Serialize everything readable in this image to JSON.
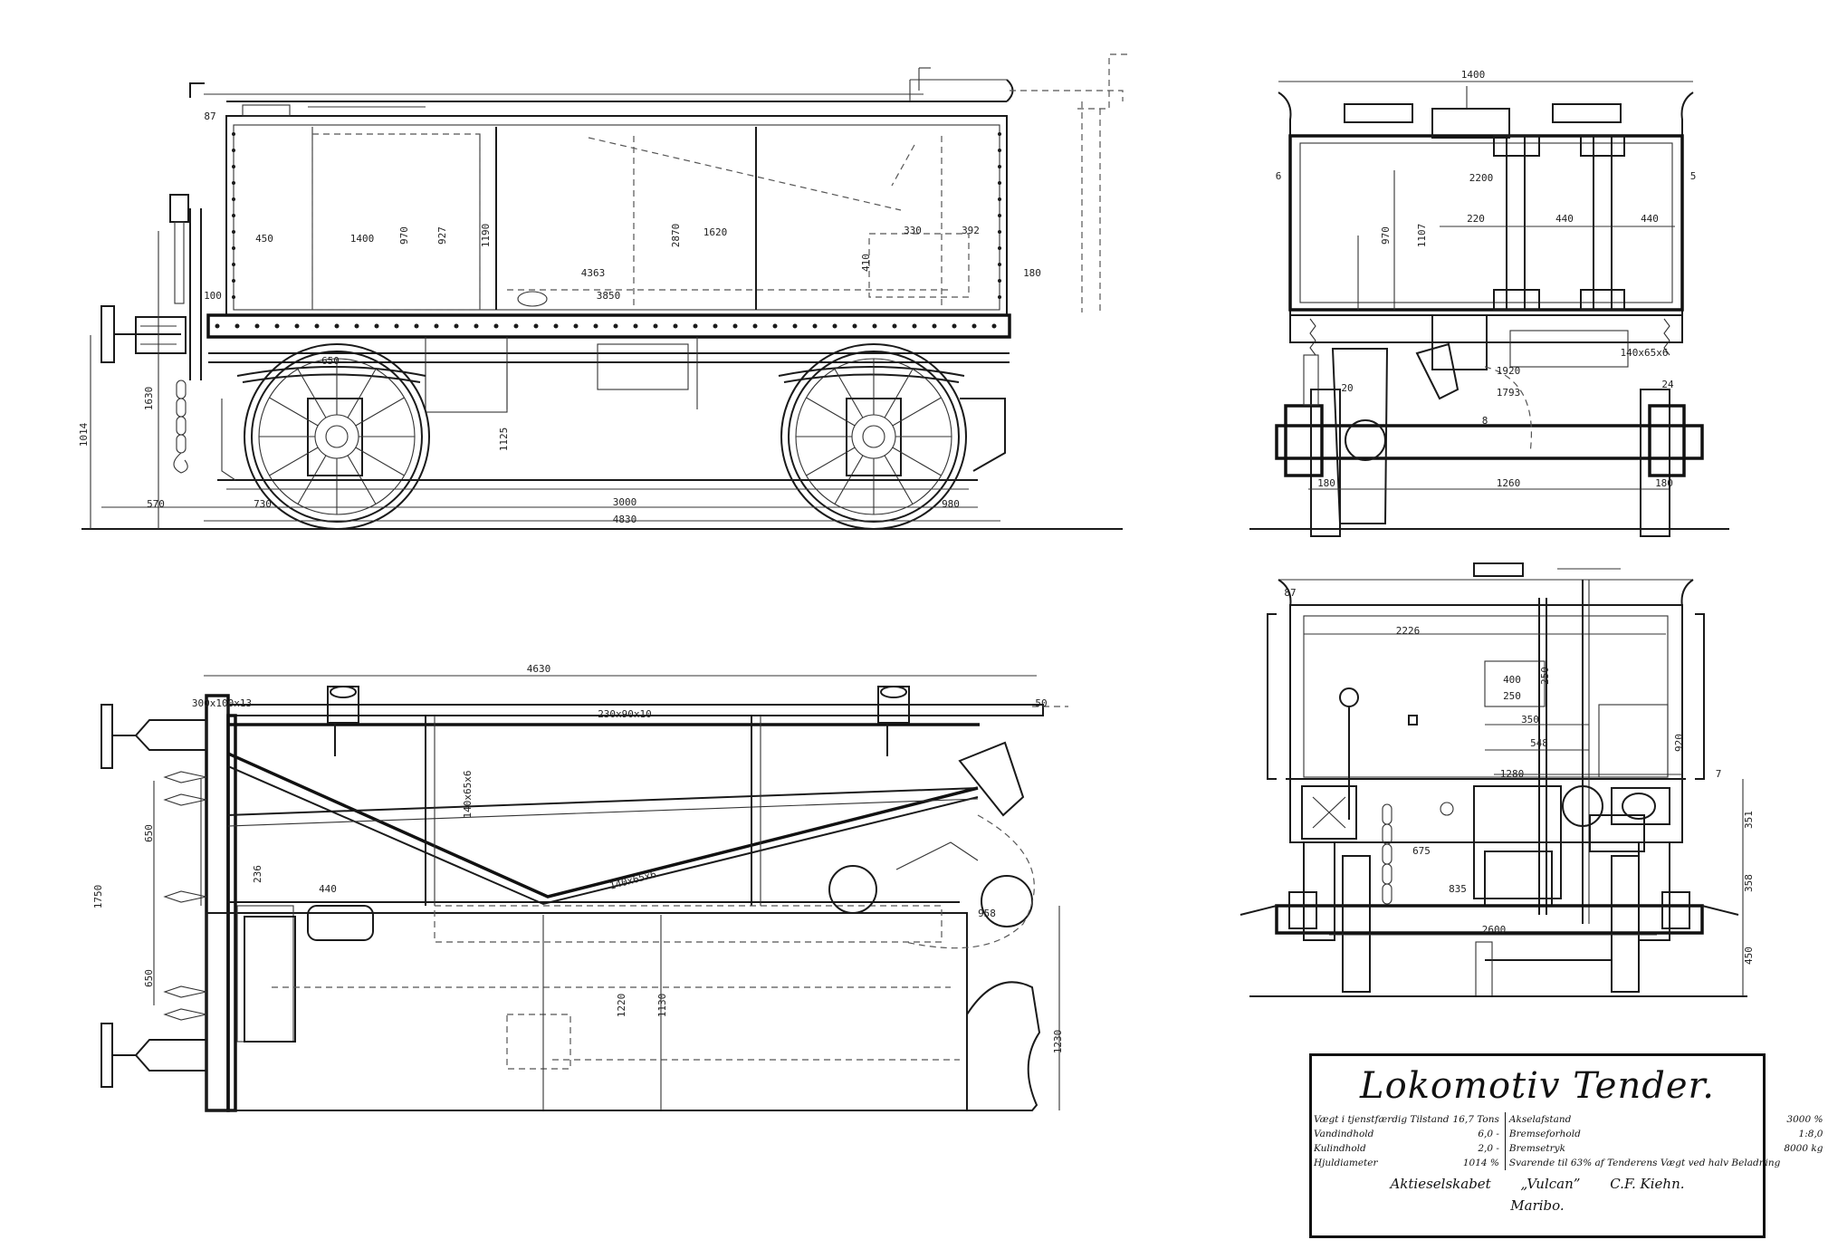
{
  "title_block": {
    "title": "Lokomotiv Tender.",
    "specs_left": [
      {
        "label": "Vægt i tjenstfærdig Tilstand",
        "value": "16,7 Tons"
      },
      {
        "label": "Vandindhold",
        "value": "6,0 -"
      },
      {
        "label": "Kulindhold",
        "value": "2,0 -"
      },
      {
        "label": "Hjuldiameter",
        "value": "1014 %"
      }
    ],
    "specs_right": [
      {
        "label": "Akselafstand",
        "value": "3000 %"
      },
      {
        "label": "Bremseforhold",
        "value": "1:8,0"
      },
      {
        "label": "Bremsetryk",
        "value": "8000 kg"
      },
      {
        "label": "Svarende til 63% af Tenderens Vægt ved halv Beladning",
        "value": ""
      }
    ],
    "maker": "Aktieselskabet",
    "company": "„Vulcan”",
    "engineer": "C.F. Kiehn.",
    "city": "Maribo."
  },
  "dimensions": {
    "side_view": [
      "450",
      "1400",
      "970",
      "927",
      "1190",
      "1620",
      "2870",
      "410",
      "330",
      "392",
      "180",
      "4363",
      "3850",
      "100",
      "650",
      "1630",
      "1014",
      "1125",
      "570",
      "730",
      "3000",
      "4830",
      "980",
      "87"
    ],
    "plan_view": [
      "4630",
      "300x100x13",
      "230x90x10",
      "1750",
      "650",
      "650",
      "236",
      "440",
      "958",
      "1220",
      "1130",
      "1230",
      "50",
      "140x65x6",
      "140x65x6"
    ],
    "end_view_top": [
      "1400",
      "2200",
      "970",
      "1107",
      "220",
      "440",
      "440",
      "1920",
      "1793",
      "1260",
      "180",
      "180",
      "140x65x6",
      "24",
      "20",
      "8",
      "6",
      "5"
    ],
    "end_view_bottom": [
      "2226",
      "400",
      "250",
      "350",
      "548",
      "1280",
      "920",
      "675",
      "835",
      "2600",
      "351",
      "358",
      "450",
      "87",
      "7",
      "250"
    ]
  }
}
